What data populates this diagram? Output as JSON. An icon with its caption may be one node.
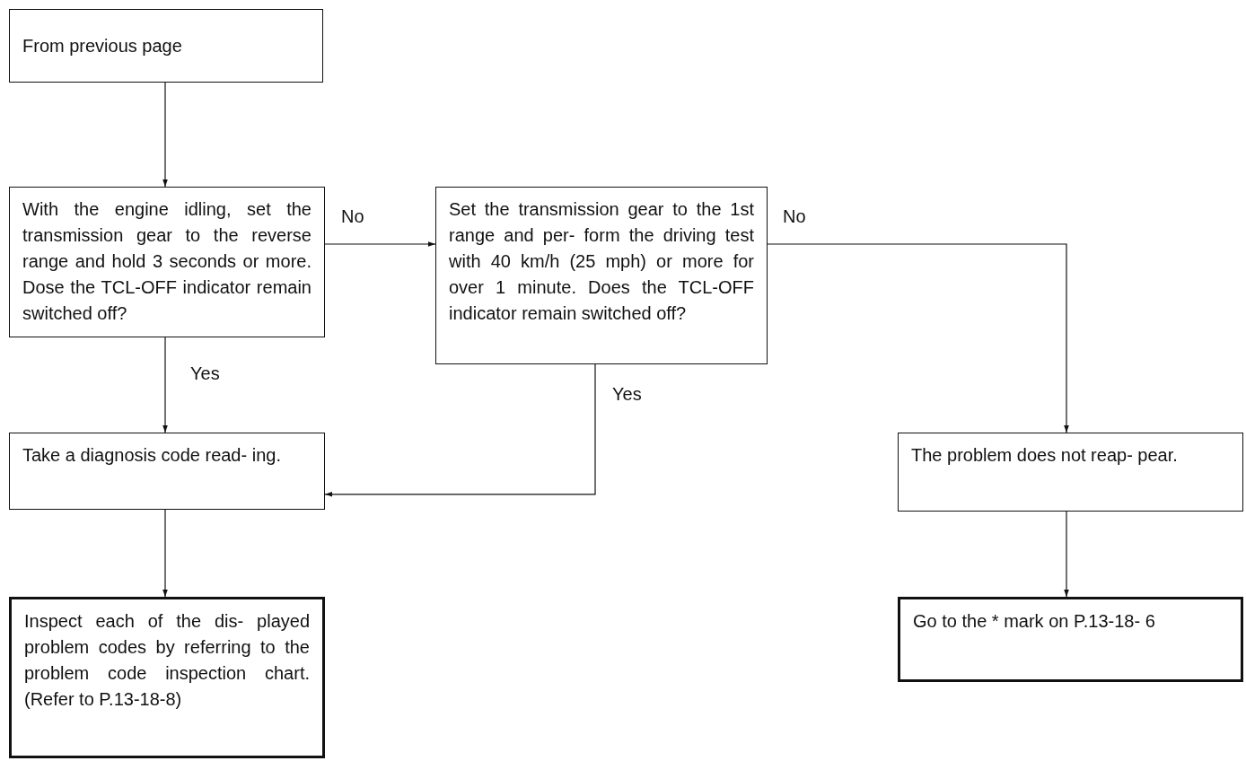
{
  "diagram": {
    "nodes": [
      {
        "text": [
          "From previous page"
        ]
      },
      {
        "text": [
          "With the engine idling, set the transmission gear to the reverse range and hold 3 seconds or more. Dose the TCL-OFF indicator remain switched off?"
        ]
      },
      {
        "text": [
          "Set the transmission gear to the 1st range and per- form the driving test with 40 km/h (25 mph) or more for over 1 minute. Does the TCL-OFF indicator remain switched off?"
        ]
      },
      {
        "text": [
          "Take a diagnosis code read- ing."
        ]
      },
      {
        "text": [
          "The problem does not reap- pear."
        ]
      },
      {
        "text": [
          "Inspect each of the dis- played problem codes by referring to the problem code inspection chart. (Refer to P.13-18-8)"
        ]
      },
      {
        "text": [
          "Go to the * mark on P.13-18- 6"
        ]
      }
    ],
    "edges": [
      {
        "from": 0,
        "to": 1,
        "arrow": "to"
      },
      {
        "from": 1,
        "to": 2,
        "arrow": "to",
        "label": "No"
      },
      {
        "from": 1,
        "to": 3,
        "arrow": "to",
        "label": "Yes"
      },
      {
        "from": 2,
        "to": 3,
        "arrow": "to",
        "label": "Yes"
      },
      {
        "from": 2,
        "to": 4,
        "arrow": "to",
        "label": "No"
      },
      {
        "from": 3,
        "to": 5,
        "arrow": "to"
      },
      {
        "from": 4,
        "to": 6,
        "arrow": "to"
      }
    ]
  }
}
